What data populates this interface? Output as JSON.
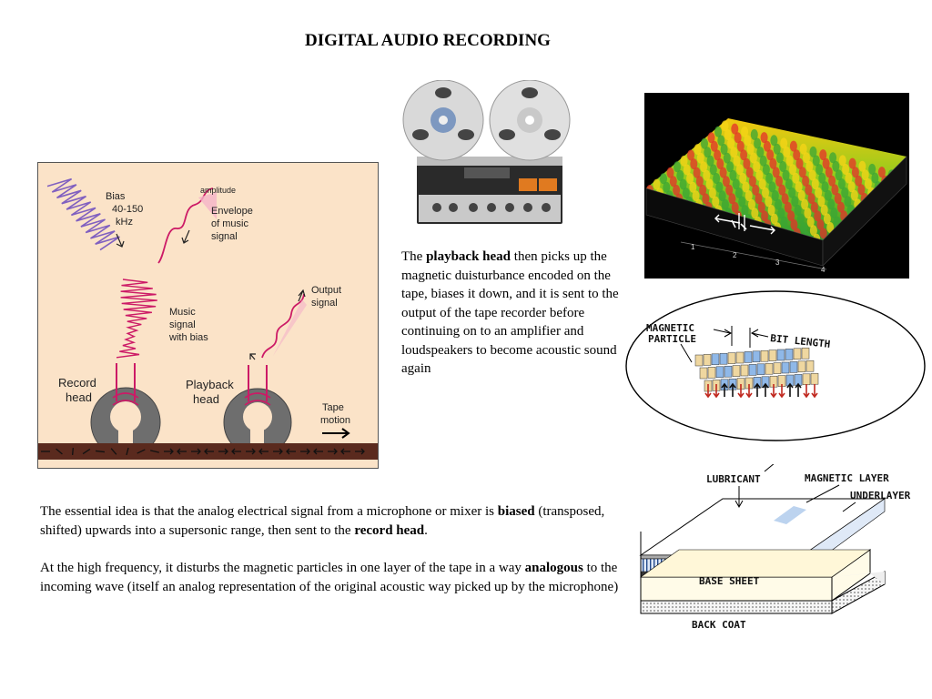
{
  "title": "DIGITAL AUDIO RECORDING",
  "diagram": {
    "bias": "Bias",
    "bias_freq": "40-150",
    "bias_unit": "kHz",
    "amplitude": "amplitude",
    "envelope_1": "Envelope",
    "envelope_2": "of music",
    "envelope_3": "signal",
    "music_1": "Music",
    "music_2": "signal",
    "music_3": "with bias",
    "output_1": "Output",
    "output_2": "signal",
    "record_1": "Record",
    "record_2": "head",
    "playback_1": "Playback",
    "playback_2": "head",
    "tape_1": "Tape",
    "tape_2": "motion"
  },
  "surface": {
    "tick_1": "1",
    "tick_2": "2",
    "tick_3": "3",
    "tick_4": "4"
  },
  "ellipse": {
    "magnetic": "MAGNETIC",
    "particle": "PARTICLE",
    "bit_length": "BIT LENGTH"
  },
  "layers": {
    "lubricant": "LUBRICANT",
    "magnetic_layer": "MAGNETIC LAYER",
    "underlayer": "UNDERLAYER",
    "base_sheet": "BASE SHEET",
    "back_coat": "BACK COAT"
  },
  "playback": {
    "p1": "The ",
    "b1": "playback head",
    "p2": " then picks up the magnetic duisturbance encoded on the tape, biases it down, and it is sent to the output of the tape recorder before continuing on to an amplifier and loudspeakers to become acoustic sound again"
  },
  "essential": {
    "p1": "The essential idea is that the analog electrical signal from a microphone or mixer is ",
    "b1": "biased",
    "p2": " (transposed, shifted) upwards into a supersonic range, then sent to the ",
    "b2": "record head",
    "p3": "."
  },
  "analog": {
    "p1": "At the high frequency, it disturbs the magnetic particles in one layer of the tape in a way ",
    "b1": "analogous",
    "p2": " to the incoming wave (itself an analog representation of the original acoustic way picked up by the microphone)"
  },
  "colors": {
    "diagram_bg": "#fbe3c8",
    "bias_wave": "#8060c0",
    "music_wave": "#cc1a66",
    "head_grey": "#6e6e6e",
    "tape": "#5a2a1e"
  }
}
